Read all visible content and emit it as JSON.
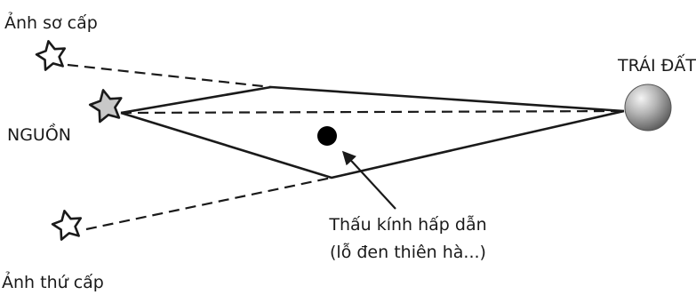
{
  "labels": {
    "primary_image": "Ảnh sơ cấp",
    "source": "NGUỒN",
    "earth": "TRÁI ĐẤT",
    "secondary_image": "Ảnh thứ cấp",
    "lens_line1": "Thấu kính hấp dẫn",
    "lens_line2": "(lỗ đen thiên hà...)"
  },
  "colors": {
    "line": "#1a1a1a",
    "source_star": "#c8c8c8",
    "image_star": "#ffffff",
    "earth": "#9a9a9a",
    "black_hole": "#000000"
  }
}
